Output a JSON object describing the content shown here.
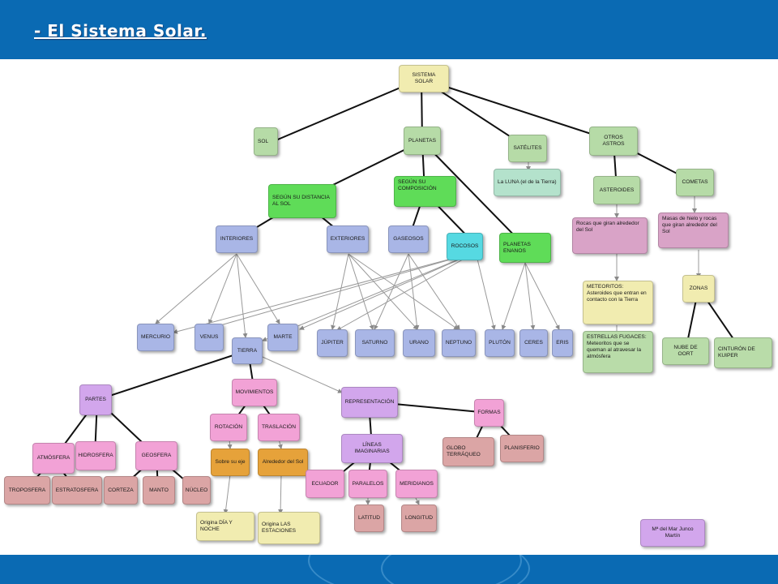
{
  "header": {
    "title": "- El Sistema Solar."
  },
  "diagram": {
    "nodes": {
      "sistema_solar": "SISTEMA SOLAR",
      "sol": "SOL",
      "planetas": "PLANETAS",
      "satelites": "SATÉLITES",
      "otros_astros": "OTROS ASTROS",
      "luna": "La LUNA (el de la Tierra)",
      "asteroides": "ASTEROIDES",
      "cometas": "COMETAS",
      "segun_distancia": "SEGÚN SU DISTANCIA AL SOL",
      "segun_composicion": "SEGÚN SU COMPOSICIÓN",
      "rocas_asteroides": "Rocas que giran alrededor del Sol",
      "masas_hielo": "Masas de hielo y rocas que giran alrededor del Sol",
      "interiores": "INTERIORES",
      "exteriores": "EXTERIORES",
      "gaseosos": "GASEOSOS",
      "rocosos": "ROCOSOS",
      "planetas_enanos": "PLANETAS ENANOS",
      "meteoritos": "METEORITOS: Asteroides que entran en contacto con la Tierra",
      "zonas": "ZONAS",
      "estrellas_fugaces": "ESTRELLAS FUGACES: Meteoritos que se queman al atravesar la atmósfera",
      "nube_oort": "NUBE DE OORT",
      "cinturon_kuiper": "CINTURÓN DE KUIPER",
      "mercurio": "MERCURIO",
      "venus": "VENUS",
      "marte": "MARTE",
      "tierra": "TIERRA",
      "jupiter": "JÚPITER",
      "saturno": "SATURNO",
      "urano": "URANO",
      "neptuno": "NEPTUNO",
      "pluton": "PLUTÓN",
      "ceres": "CERES",
      "eris": "ERIS",
      "partes": "PARTES",
      "movimientos": "MOVIMIENTOS",
      "representacion": "REPRESENTACIÓN",
      "formas": "FORMAS",
      "rotacion": "ROTACIÓN",
      "traslacion": "TRASLACIÓN",
      "globo": "GLOBO TERRÁQUEO",
      "planisferio": "PLANISFERIO",
      "atmosfera": "ATMÓSFERA",
      "hidrosfera": "HIDROSFERA",
      "geosfera": "GEOSFERA",
      "sobre_su_eje": "Sobre su eje",
      "alrededor_sol": "Alrededor del Sol",
      "lineas_imaginarias": "LÍNEAS IMAGINARIAS",
      "troposfera": "TROPOSFERA",
      "estratosfera": "ESTRATOSFERA",
      "corteza": "CORTEZA",
      "manto": "MANTO",
      "nucleo": "NÚCLEO",
      "ecuador": "ECUADOR",
      "paralelos": "PARALELOS",
      "meridianos": "MERIDIANOS",
      "dia_noche": "Origina DÍA Y NOCHE",
      "estaciones": "Origina LAS ESTACIONES",
      "latitud": "LATITUD",
      "longitud": "LONGITUD",
      "autor": "Mª del Mar Junco Martín"
    }
  }
}
